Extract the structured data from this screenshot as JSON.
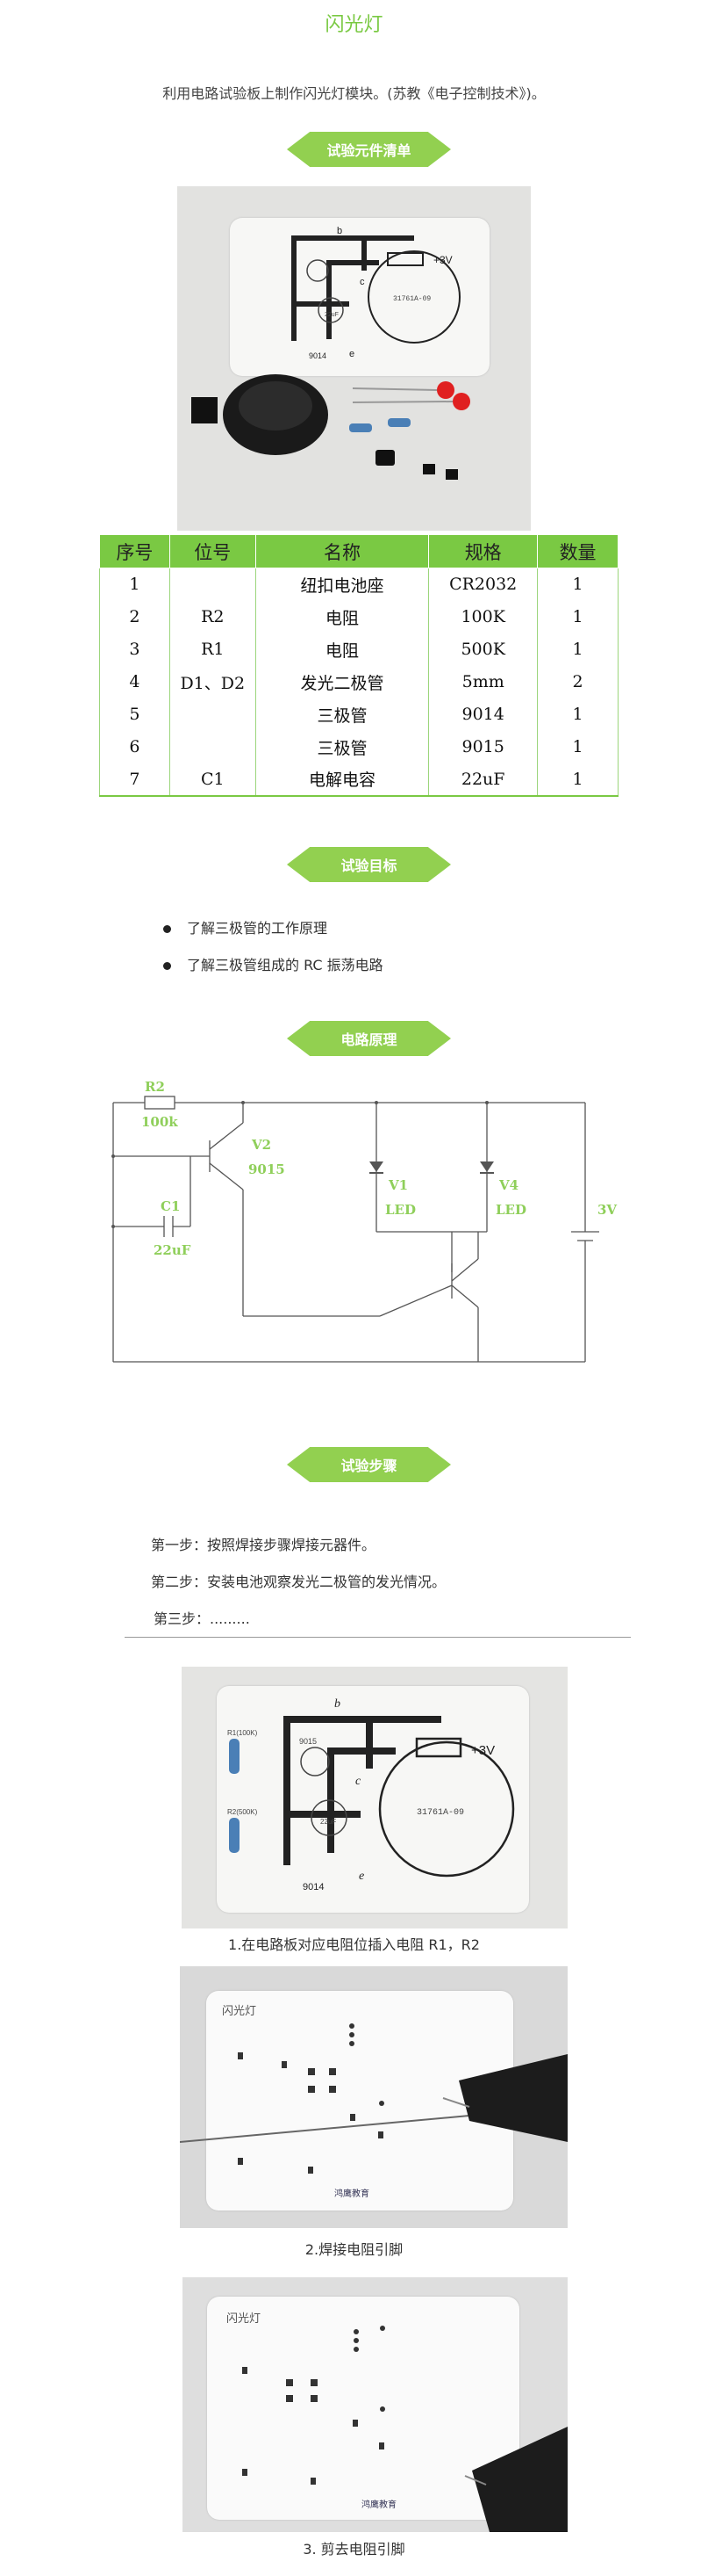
{
  "page": {
    "title": "闪光灯",
    "intro": "利用电路试验板上制作闪光灯模块。(苏教《电子控制技术》)。"
  },
  "sections": {
    "parts_title": "试验元件清单",
    "goals_title": "试验目标",
    "principle_title": "电路原理",
    "steps_title": "试验步骤"
  },
  "pcb": {
    "b": "b",
    "c": "c",
    "e": "e",
    "plus3v": "+3V",
    "model": "31761A-09",
    "chip": "9014",
    "chip2": "9015",
    "r1": "R1(100K)",
    "r2": "R2(500K)",
    "cap": "22uF"
  },
  "parts_table": {
    "headers": [
      "序号",
      "位号",
      "名称",
      "规格",
      "数量"
    ],
    "rows": [
      [
        "1",
        "",
        "纽扣电池座",
        "CR2032",
        "1"
      ],
      [
        "2",
        "R2",
        "电阻",
        "100K",
        "1"
      ],
      [
        "3",
        "R1",
        "电阻",
        "500K",
        "1"
      ],
      [
        "4",
        "D1、D2",
        "发光二极管",
        "5mm",
        "2"
      ],
      [
        "5",
        "",
        "三极管",
        "9014",
        "1"
      ],
      [
        "6",
        "",
        "三极管",
        "9015",
        "1"
      ],
      [
        "7",
        "C1",
        "电解电容",
        "22uF",
        "1"
      ]
    ]
  },
  "goals": [
    "了解三极管的工作原理",
    "了解三极管组成的 RC 振荡电路"
  ],
  "circuit": {
    "r2": "R2",
    "r2_value": "100k",
    "v2": "V2",
    "v2_model": "9015",
    "v1": "V1",
    "v1_type": "LED",
    "v4": "V4",
    "v4_type": "LED",
    "c1": "C1",
    "c1_value": "22uF",
    "battery": "3V"
  },
  "steps": [
    "第一步：按照焊接步骤焊接元器件。",
    "第二步：安装电池观察发光二极管的发光情况。",
    "第三步：........."
  ],
  "captions": [
    "1.在电路板对应电阻位插入电阻 R1，R2",
    "2.焊接电阻引脚",
    "3.   剪去电阻引脚"
  ],
  "board_label": "闪光灯",
  "logo_text": "鸿鹰教育"
}
